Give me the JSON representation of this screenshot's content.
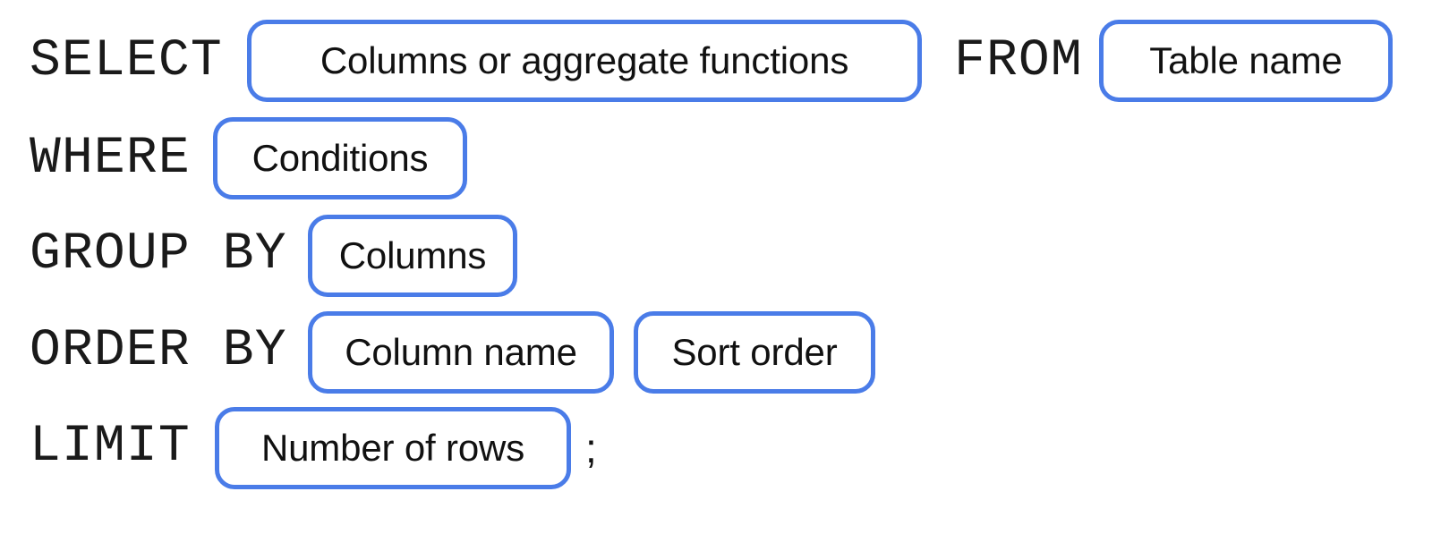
{
  "meta": {
    "title": "SQL SELECT statement syntax template",
    "accent_color": "#4a7ce8",
    "text_color": "#111111",
    "background_color": "#ffffff"
  },
  "statement": {
    "terminator": ";",
    "lines": [
      {
        "id": "select-line",
        "keyword": "SELECT",
        "slots": [
          {
            "id": "select-slot",
            "label": "Columns or aggregate functions"
          }
        ],
        "trailing_keyword": "FROM",
        "trailing_slots": [
          {
            "id": "from-slot",
            "label": "Table name"
          }
        ]
      },
      {
        "id": "where-line",
        "keyword": "WHERE",
        "slots": [
          {
            "id": "where-slot",
            "label": "Conditions"
          }
        ]
      },
      {
        "id": "group-by-line",
        "keyword": "GROUP BY",
        "slots": [
          {
            "id": "group-by-slot",
            "label": "Columns"
          }
        ]
      },
      {
        "id": "order-by-line",
        "keyword": "ORDER BY",
        "slots": [
          {
            "id": "order-by-column-slot",
            "label": "Column name"
          },
          {
            "id": "order-by-sort-slot",
            "label": "Sort order"
          }
        ]
      },
      {
        "id": "limit-line",
        "keyword": "LIMIT",
        "slots": [
          {
            "id": "limit-slot",
            "label": "Number of rows"
          }
        ]
      }
    ]
  }
}
